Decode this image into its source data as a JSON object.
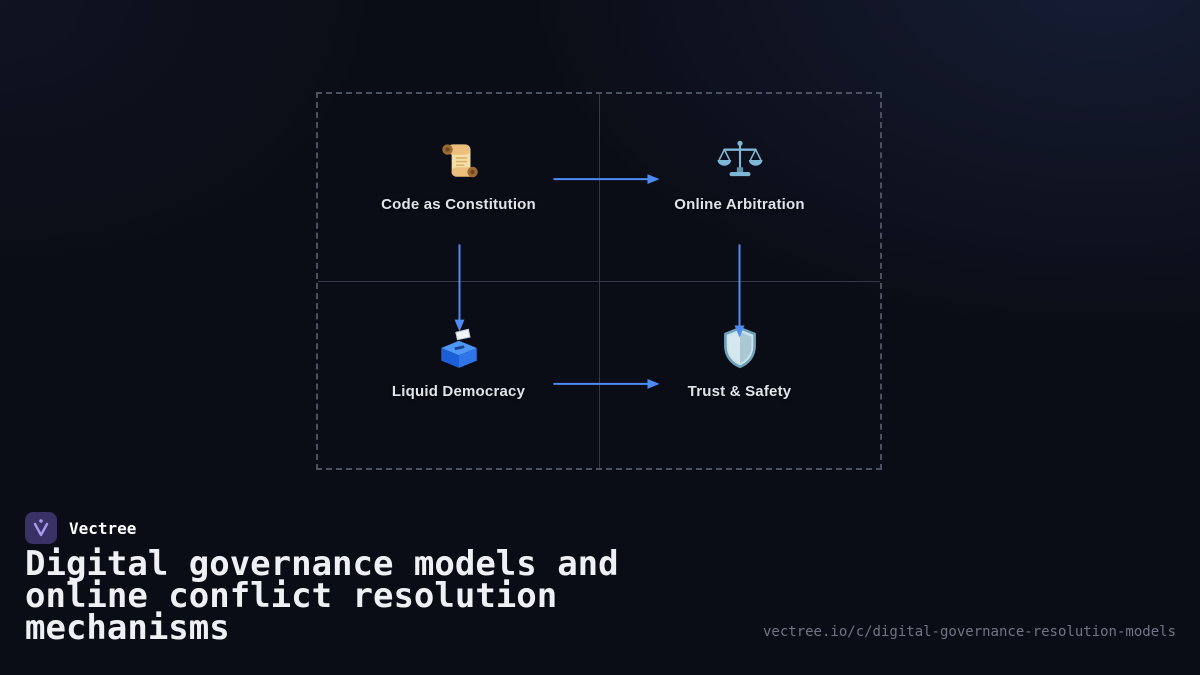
{
  "colors": {
    "background": "#0b0d16",
    "accent": "#4d8cf5",
    "border_dashed": "#4a5160",
    "divider": "#333948",
    "label": "#e0e4ea",
    "muted": "#6f7582",
    "heading": "#eef0f3",
    "brand_bg": "#3a3166",
    "brand_glyph": "#a79bf0"
  },
  "diagram": {
    "quadrants": [
      {
        "label": "Code as Constitution",
        "icon": "scroll-icon"
      },
      {
        "label": "Online Arbitration",
        "icon": "scales-icon"
      },
      {
        "label": "Liquid Democracy",
        "icon": "ballot-box-icon"
      },
      {
        "label": "Trust & Safety",
        "icon": "shield-icon"
      }
    ],
    "arrows": [
      {
        "from": "Code as Constitution",
        "to": "Online Arbitration"
      },
      {
        "from": "Code as Constitution",
        "to": "Liquid Democracy"
      },
      {
        "from": "Online Arbitration",
        "to": "Trust & Safety"
      },
      {
        "from": "Liquid Democracy",
        "to": "Trust & Safety"
      }
    ]
  },
  "brand": {
    "name": "Vectree"
  },
  "heading": {
    "title": "Digital governance models and online conflict resolution mechanisms"
  },
  "footer": {
    "url": "vectree.io/c/digital-governance-resolution-models"
  }
}
